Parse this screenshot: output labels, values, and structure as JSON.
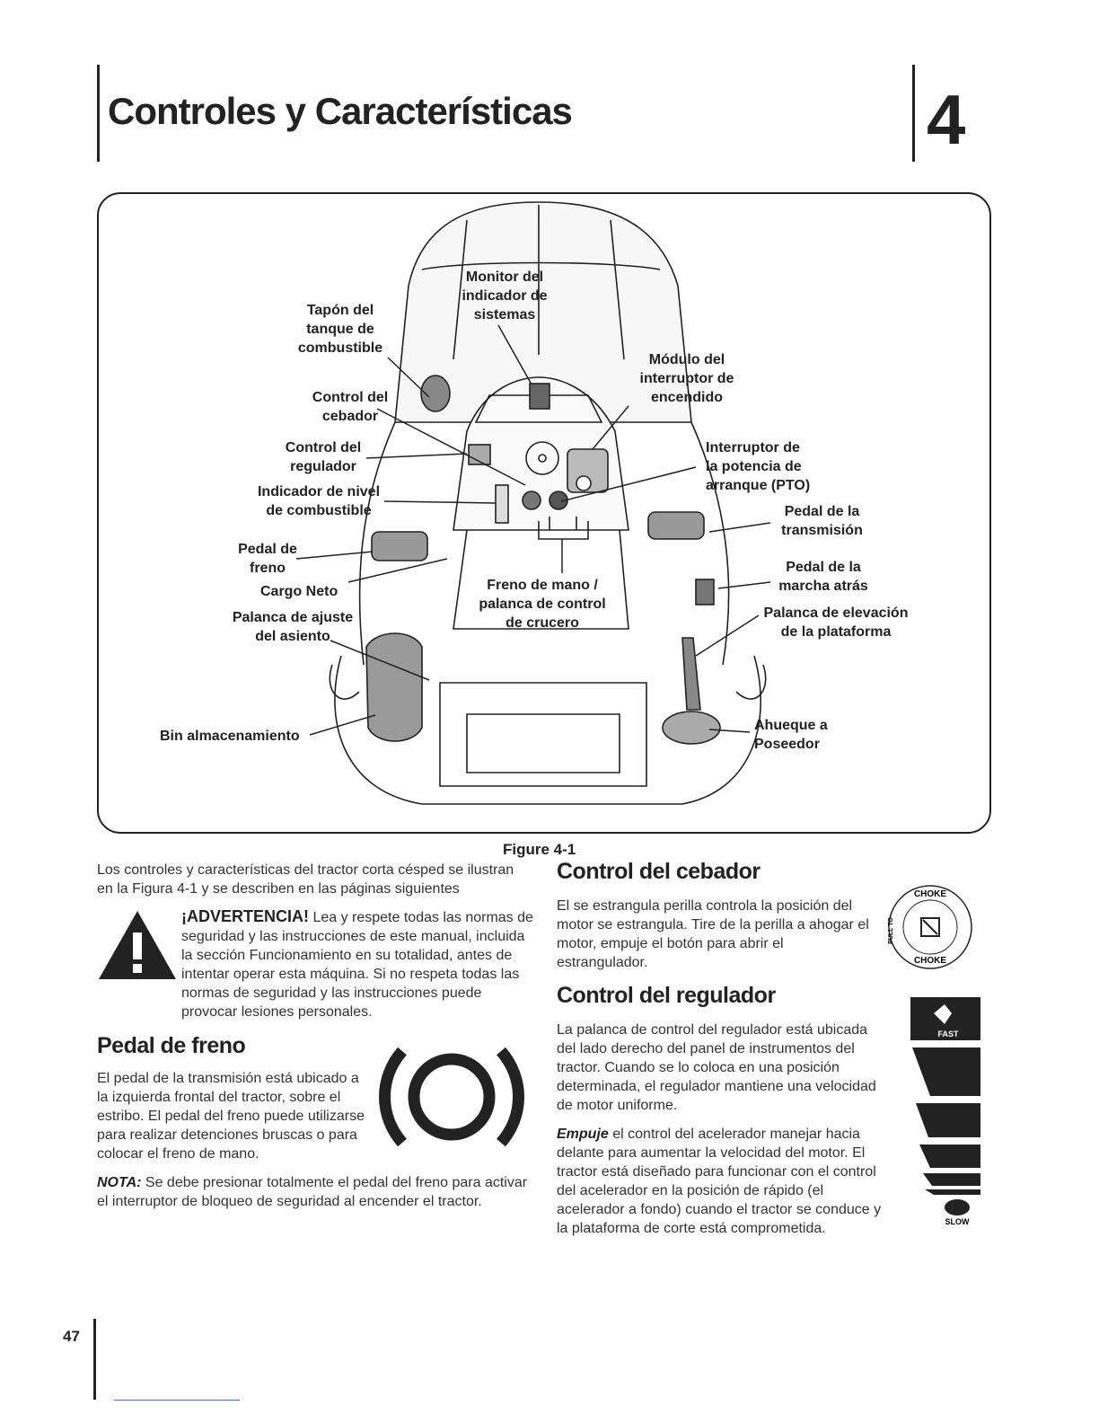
{
  "header": {
    "title": "Controles y Características",
    "chapter": "4"
  },
  "figure": {
    "caption": "Figure 4-1",
    "labels": {
      "fuel_cap": "Tapón del\ntanque de\ncombustible",
      "system_monitor": "Monitor del\nindicador de\nsistemas",
      "ignition_module": "Módulo del\ninterruptor de\nencendido",
      "choke_control": "Control del\ncebador",
      "throttle_control": "Control del\nregulador",
      "pto_switch": "Interruptor de\nla potencia de\narranque (PTO)",
      "fuel_gauge": "Indicador de nivel\nde combustible",
      "transmission_pedal": "Pedal de la\ntransmisión",
      "brake_pedal": "Pedal de\nfreno",
      "cargo_net": "Cargo Neto",
      "parking_brake": "Freno de mano /\npalanca de control\nde crucero",
      "reverse_pedal": "Pedal de la\nmarcha atrás",
      "seat_lever": "Palanca de ajuste\ndel asiento",
      "deck_lift": "Palanca de elevación\nde la plataforma",
      "storage_bin": "Bin almacenamiento",
      "cup_holder": "Ahueque a\nPoseedor"
    }
  },
  "intro": "Los controles y características del tractor corta césped se ilustran en la Figura 4-1 y se describen en las páginas siguientes",
  "warning": {
    "title": "¡ADVERTENCIA!",
    "text": " Lea y respete todas las normas de seguridad y las instrucciones de este manual, incluida la sección Funcionamiento en su totalidad, antes de intentar operar esta máquina. Si no respeta todas las normas de seguridad y las instrucciones puede provocar lesiones personales."
  },
  "brake": {
    "heading": "Pedal de freno",
    "text": "El pedal de la transmisión está ubicado a la izquierda frontal del tractor, sobre el estribo. El pedal del freno puede utilizarse para realizar detenciones bruscas o para colocar el freno de mano.",
    "note_label": "NOTA:",
    "note": " Se debe presionar totalmente el pedal del freno para activar el interruptor de bloqueo de seguridad al encender el tractor."
  },
  "choke": {
    "heading": "Control del cebador",
    "text": "El se estrangula perilla controla la posición del motor se estrangula. Tire de la perilla a ahogar el motor, empuje el botón para abrir el estrangulador.",
    "icon_top": "CHOKE",
    "icon_bottom": "CHOKE",
    "icon_side": "PULL TO"
  },
  "throttle": {
    "heading": "Control del regulador",
    "text": "La palanca de control del regulador está ubicada del lado derecho del panel de instrumentos del tractor. Cuando se lo coloca en una posición determinada, el regulador mantiene una velocidad de motor uniforme.",
    "text2_label": "Empuje",
    "text2": " el control del acelerador manejar hacia delante para aumentar la velocidad del motor. El tractor está diseñado para funcionar con el control del acelerador en la posición de rápido (el acelerador a fondo) cuando el tractor se conduce y la plataforma de corte está comprometida.",
    "fast": "FAST",
    "slow": "SLOW"
  },
  "footer": {
    "page": "47"
  }
}
